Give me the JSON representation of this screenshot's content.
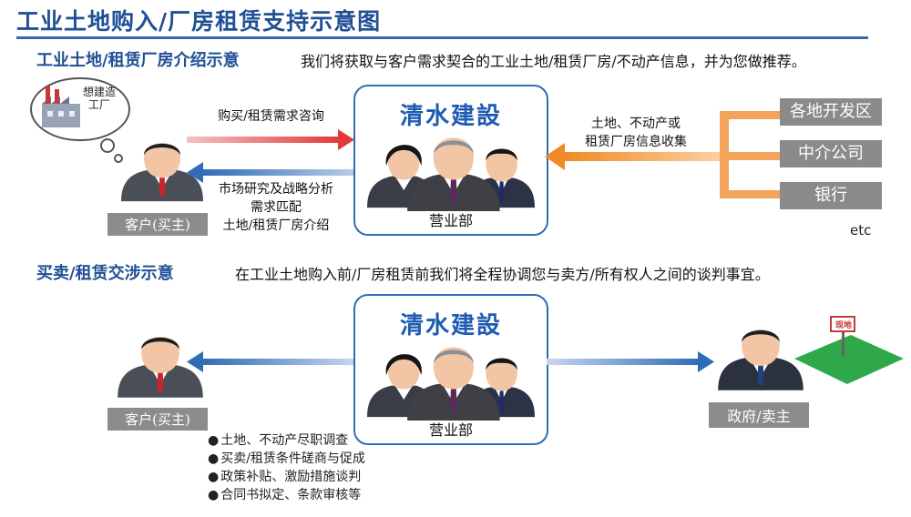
{
  "title": "工业土地购入/厂房租赁支持示意图",
  "section1": {
    "title": "工业土地/租赁厂房介绍示意",
    "description": "我们将获取与客户需求契合的工业土地/租赁厂房/不动产信息，并为您做推荐。",
    "thought_bubble": "想建造工厂",
    "client_label": "客户(买主)",
    "arrow_request": "购买/租赁需求咨询",
    "arrow_reply": [
      "市场研究及战略分析",
      "需求匹配",
      "土地/租赁厂房介绍"
    ],
    "company_name": "清水建設",
    "dept_label": "营业部",
    "arrow_collect": [
      "土地、不动产或",
      "租赁厂房信息收集"
    ],
    "sources": [
      "各地开发区",
      "中介公司",
      "银行"
    ],
    "etc": "etc"
  },
  "section2": {
    "title": "买卖/租赁交涉示意",
    "description": "在工业土地购入前/厂房租赁前我们将全程协调您与卖方/所有权人之间的谈判事宜。",
    "client_label": "客户(买主)",
    "company_name": "清水建設",
    "dept_label": "营业部",
    "seller_label": "政府/卖主",
    "sign_text": "现地",
    "bullets": [
      "土地、不动产尽职调查",
      "买卖/租赁条件磋商与促成",
      "政策补贴、激励措施谈判",
      "合同书拟定、条款审核等"
    ]
  },
  "colors": {
    "accent_blue": "#2f6cb5",
    "title_blue": "#1f4f95",
    "red_arrow": "#e03a3a",
    "orange": "#f08a24",
    "gray_label": "#8a8a8a",
    "green_land": "#2fa84a"
  }
}
